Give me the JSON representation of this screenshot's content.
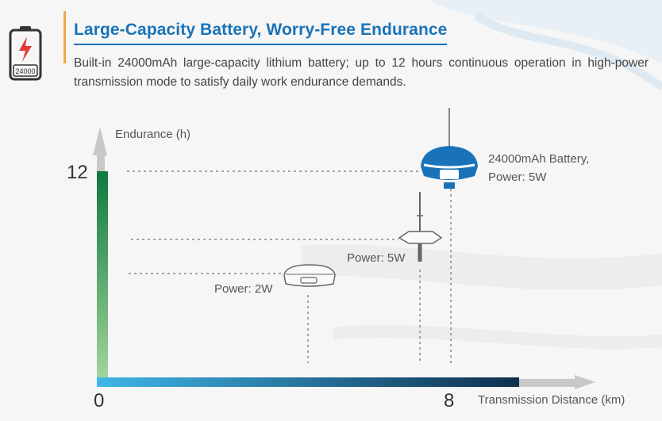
{
  "header": {
    "battery_icon_label": "24000",
    "title": "Large-Capacity Battery, Worry-Free Endurance",
    "description": "Built-in 24000mAh large-capacity lithium battery; up to 12 hours continuous operation in high-power transmission mode to satisfy daily work endurance demands."
  },
  "colors": {
    "accent": "#1a73b8",
    "title_bar": "#f0a64a",
    "y_axis_top": "#0e7a3e",
    "y_axis_bottom": "#a8d8a0",
    "x_axis_left": "#3fb6e8",
    "x_axis_right": "#0f2f4e"
  },
  "chart_data": {
    "type": "scatter",
    "ylabel": "Endurance (h)",
    "xlabel": "Transmission Distance (km)",
    "y_tick_top": "12",
    "origin_label": "0",
    "x_tick_label": "8",
    "devices": [
      {
        "label": "Power: 2W",
        "icon": "gnss-receiver-icon"
      },
      {
        "label": "Power: 5W",
        "icon": "radio-receiver-with-antenna-icon"
      },
      {
        "label": "24000mAh Battery, Power: 5W",
        "label_lines": [
          "24000mAh Battery,",
          "Power: 5W"
        ],
        "icon": "blue-gnss-receiver-icon"
      }
    ]
  }
}
